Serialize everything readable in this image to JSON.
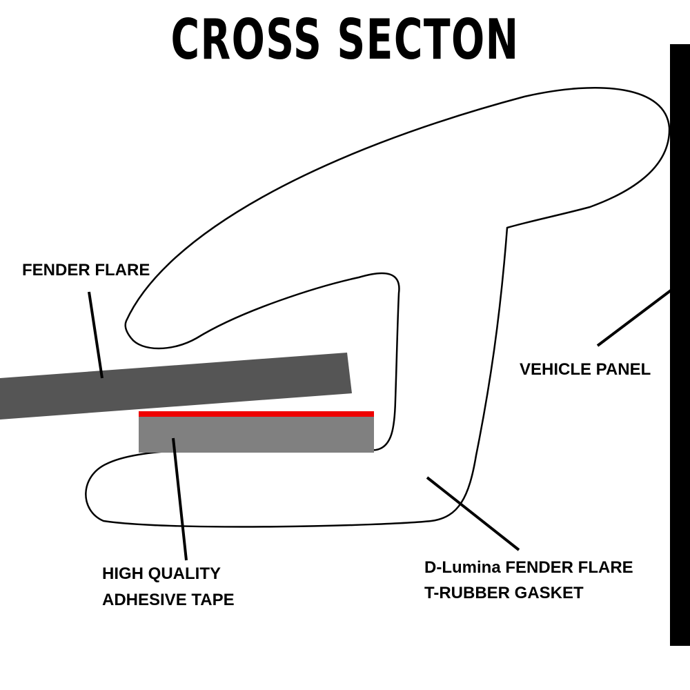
{
  "title": "CROSS SECTON",
  "labels": {
    "fender_flare": "FENDER FLARE",
    "vehicle_panel": "VEHICLE PANEL",
    "adhesive_tape_line1": "HIGH QUALITY",
    "adhesive_tape_line2": "ADHESIVE TAPE",
    "gasket_line1": "D-Lumina FENDER FLARE",
    "gasket_line2": "T-RUBBER GASKET"
  },
  "colors": {
    "background": "#ffffff",
    "outline": "#000000",
    "fender_flare_fill": "#555555",
    "adhesive_tape_fill": "#808080",
    "adhesive_tape_strip": "#ee0000",
    "vehicle_panel_fill": "#000000",
    "text": "#000000"
  }
}
